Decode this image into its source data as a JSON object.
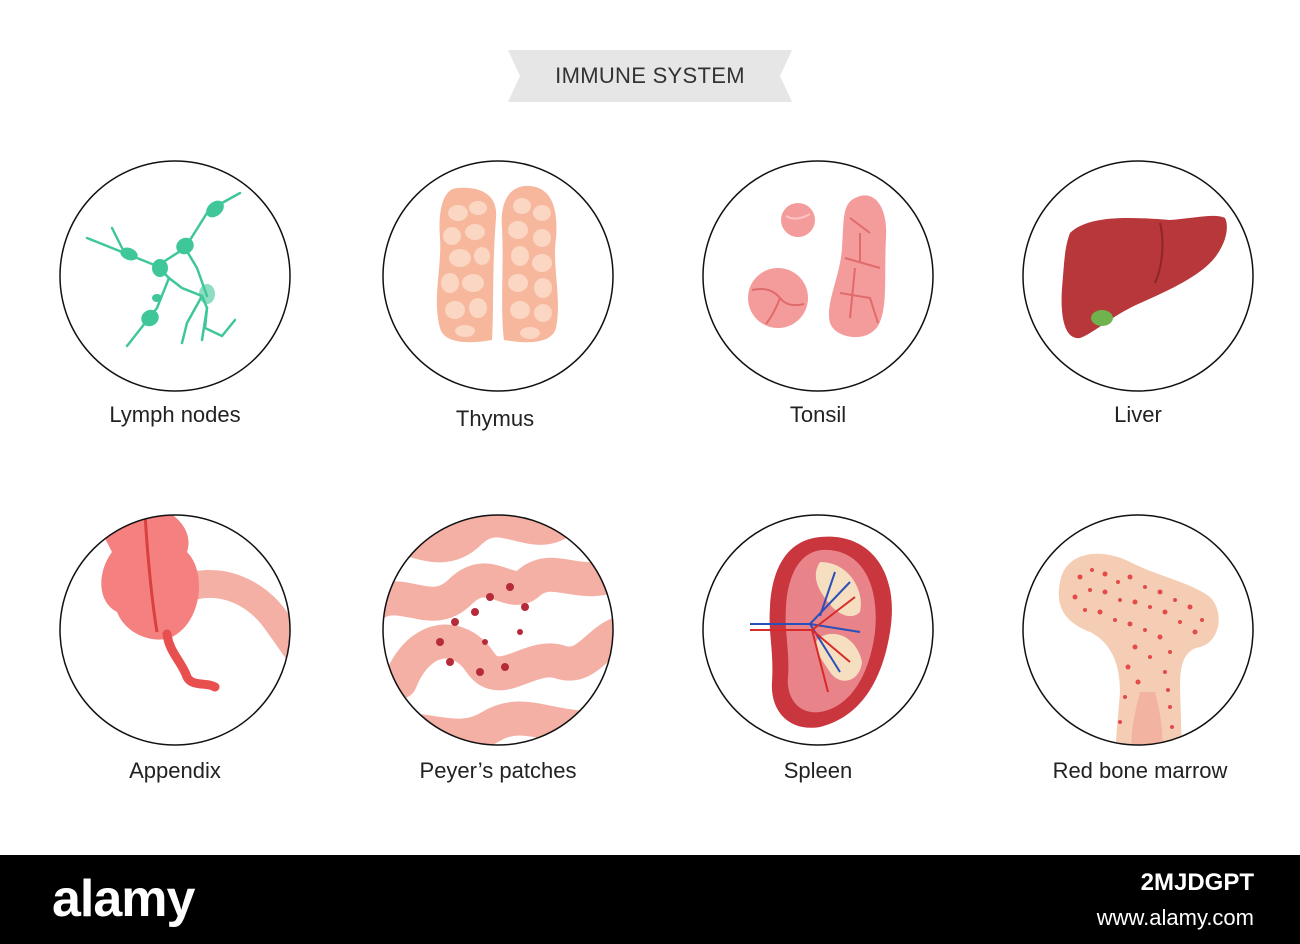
{
  "title": "IMMUNE SYSTEM",
  "organs": [
    {
      "label": "Lymph nodes"
    },
    {
      "label": "Thymus"
    },
    {
      "label": "Tonsil"
    },
    {
      "label": "Liver"
    },
    {
      "label": "Appendix"
    },
    {
      "label": "Peyer’s patches"
    },
    {
      "label": "Spleen"
    },
    {
      "label": "Red bone marrow"
    }
  ],
  "footer": {
    "brand": "alamy",
    "image_id": "2MJDGPT",
    "site": "www.alamy.com"
  },
  "colors": {
    "lymph": "#3fc79a",
    "thymus": "#f6b79c",
    "tonsil": "#f49b9b",
    "liver": "#b7373a",
    "appendix": "#f48080",
    "intestine": "#f5b0a6",
    "spleen": "#c9363e",
    "marrow": "#f5cdb4",
    "banner": "#e6e6e6"
  }
}
